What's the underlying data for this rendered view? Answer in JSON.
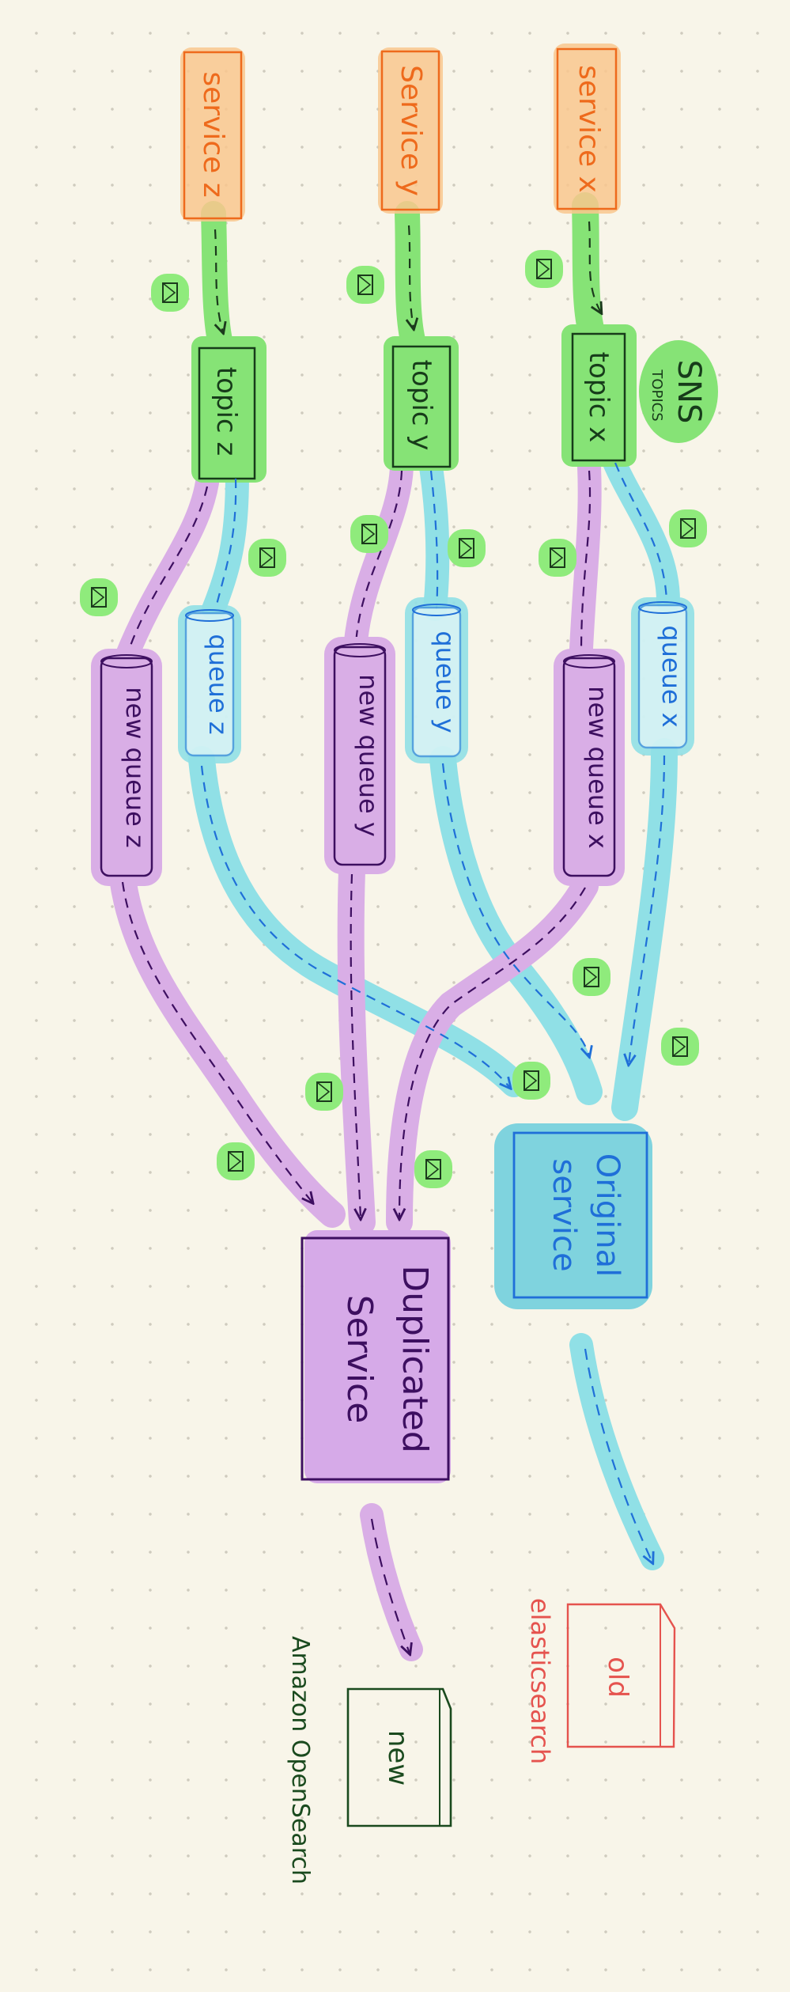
{
  "colors": {
    "service_fill": "#f9c78e",
    "service_stroke": "#ee6a1c",
    "topic_fill": "#86e376",
    "topic_stroke": "#173c1a",
    "queue_stroke": "#1f6fd8",
    "queue_glow": "#90e0e6",
    "new_queue_fill": "#d9aee6",
    "new_queue_stroke": "#3d0f60",
    "original_fill": "#7fd3de",
    "duplicated_fill": "#d6aae8",
    "elastic": "#e5534e",
    "opensearch": "#1a4a1e",
    "message_badge": "#8feb7c"
  },
  "services": [
    {
      "id": "z",
      "label": "service z"
    },
    {
      "id": "y",
      "label": "Service y"
    },
    {
      "id": "x",
      "label": "service x"
    }
  ],
  "topics": [
    {
      "id": "z",
      "label": "topic z"
    },
    {
      "id": "y",
      "label": "topic y"
    },
    {
      "id": "x",
      "label": "topic x"
    }
  ],
  "sns": {
    "label": "SNS",
    "sublabel": "TOPICS"
  },
  "queues": [
    {
      "id": "z",
      "label": "queue z"
    },
    {
      "id": "y",
      "label": "queue y"
    },
    {
      "id": "x",
      "label": "queue x"
    }
  ],
  "new_queues": [
    {
      "id": "z",
      "label": "new queue z"
    },
    {
      "id": "y",
      "label": "new queue y"
    },
    {
      "id": "x",
      "label": "new queue x"
    }
  ],
  "original_service": {
    "line1": "Original",
    "line2": "service"
  },
  "duplicated_service": {
    "line1": "Duplicated",
    "line2": "Service"
  },
  "old_db": {
    "label": "old",
    "caption": "elasticsearch"
  },
  "new_db": {
    "label": "new",
    "caption": "Amazon OpenSearch"
  },
  "message_icon": "envelope-icon"
}
